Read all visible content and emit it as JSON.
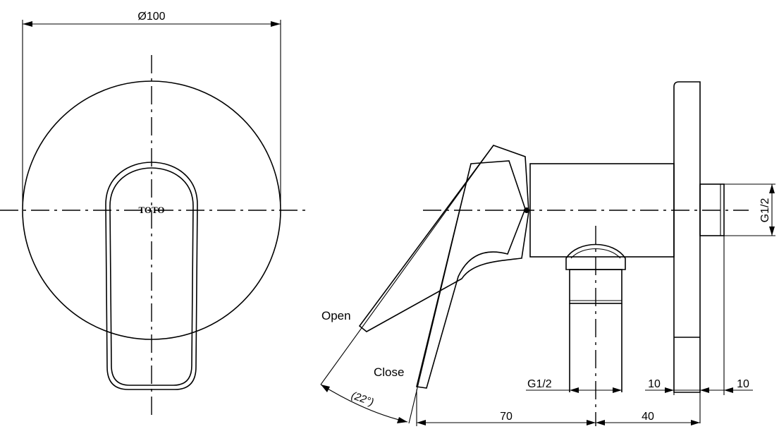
{
  "front_view": {
    "diameter_label": "Ø100",
    "logo_text": "TOTO"
  },
  "side_view": {
    "open_label": "Open",
    "close_label": "Close",
    "angle_label": "(22°)",
    "outlet_thread_label": "G1/2",
    "inlet_thread_label": "G1/2",
    "dim_70": "70",
    "dim_40": "40",
    "dim_10_left": "10",
    "dim_10_right": "10"
  }
}
